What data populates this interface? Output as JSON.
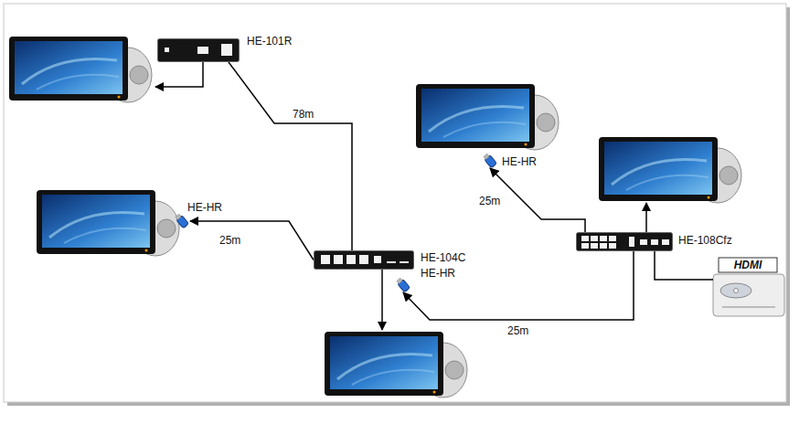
{
  "diagram": {
    "nodes": [
      {
        "text": [
          "HE-101R"
        ]
      },
      {
        "text": [
          "HE-HR"
        ]
      },
      {
        "text": [
          "HE-104C"
        ]
      },
      {
        "text": [
          "HE-HR"
        ]
      },
      {
        "text": [
          "HE-HR"
        ]
      },
      {
        "text": [
          "HE-108Cfz"
        ]
      }
    ],
    "edges": [
      {
        "from": 2,
        "to": 0,
        "label": "78m",
        "arrow": "none"
      },
      {
        "from": 2,
        "to": 1,
        "label": "25m",
        "arrow": "to"
      },
      {
        "from": 5,
        "to": 3,
        "label": "25m",
        "arrow": "to"
      },
      {
        "from": 5,
        "to": 4,
        "label": "25m",
        "arrow": "to"
      }
    ],
    "labels": [
      "HDMI"
    ]
  }
}
